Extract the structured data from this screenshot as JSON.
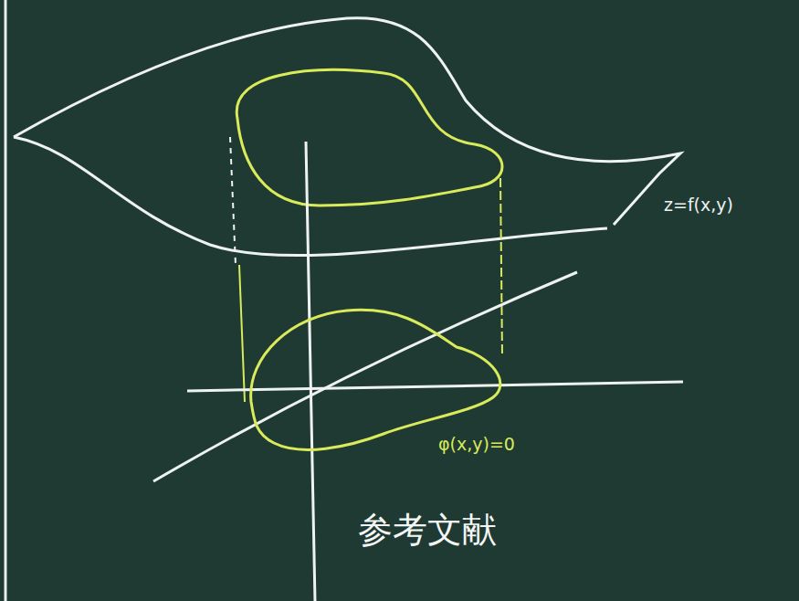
{
  "diagram": {
    "labels": [
      "z=f(x,y)",
      "φ(x,y)=0",
      "参考文献"
    ]
  }
}
